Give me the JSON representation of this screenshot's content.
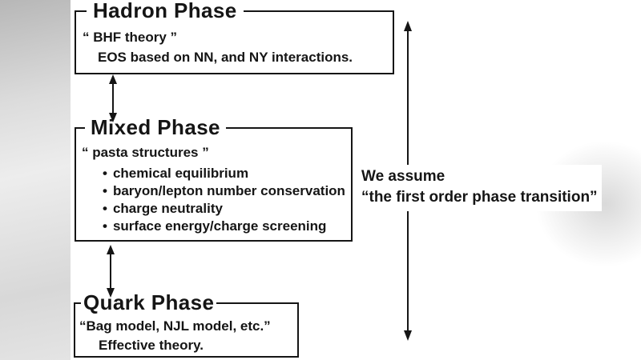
{
  "boxes": {
    "hadron": {
      "title": "Hadron Phase",
      "quote": "“ BHF theory ”",
      "detail": "EOS based on NN, and NY interactions."
    },
    "mixed": {
      "title": "Mixed Phase",
      "quote": "“ pasta structures ”",
      "bullets": [
        "chemical equilibrium",
        "baryon/lepton number conservation",
        "charge neutrality",
        "surface energy/charge screening"
      ]
    },
    "quark": {
      "title": "Quark Phase",
      "quote": "“Bag model, NJL model, etc.”",
      "detail": "Effective theory."
    }
  },
  "annotation": {
    "line1": "We assume",
    "line2": "“the first order phase transition”"
  },
  "glyphs": {
    "bullet": "•"
  },
  "colors": {
    "ink": "#151515",
    "background": "#ffffff",
    "edge_gray": "#c4c4c4"
  }
}
